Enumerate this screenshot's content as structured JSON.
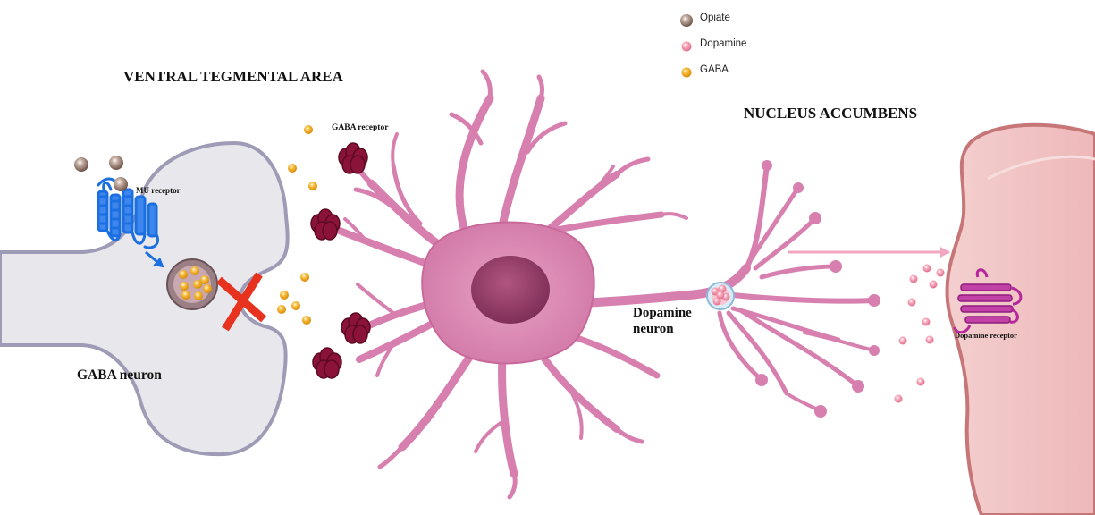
{
  "titles": {
    "ventral_tegmental_area": "VENTRAL TEGMENTAL AREA",
    "nucleus_accumbens": "NUCLEUS ACCUMBENS"
  },
  "labels": {
    "gaba_neuron": "GABA neuron",
    "dopamine_neuron": "Dopamine neuron",
    "gaba_receptor": "GABA receptor",
    "mu_receptor": "MU receptor",
    "dopamine_receptor": "Dopamine receptor"
  },
  "legend": [
    {
      "label": "Opiate",
      "color": "#8a6e62"
    },
    {
      "label": "Dopamine",
      "color": "#ef8fa6"
    },
    {
      "label": "GABA",
      "color": "#f0a926"
    }
  ],
  "colors": {
    "gaba_neuron_fill": "#e7e7ec",
    "gaba_neuron_outline": "#9e9bb6",
    "dopamine_neuron": "#d77fae",
    "nucleus": "#9d4470",
    "receptor_gaba": "#8b1238",
    "receptor_mu": "#1b6fe0",
    "receptor_dopamine": "#b4289c",
    "accumbens_cell": "#f1c6c6",
    "block_mark": "#e6321f",
    "signal_arrow": "#f2a6bf"
  }
}
